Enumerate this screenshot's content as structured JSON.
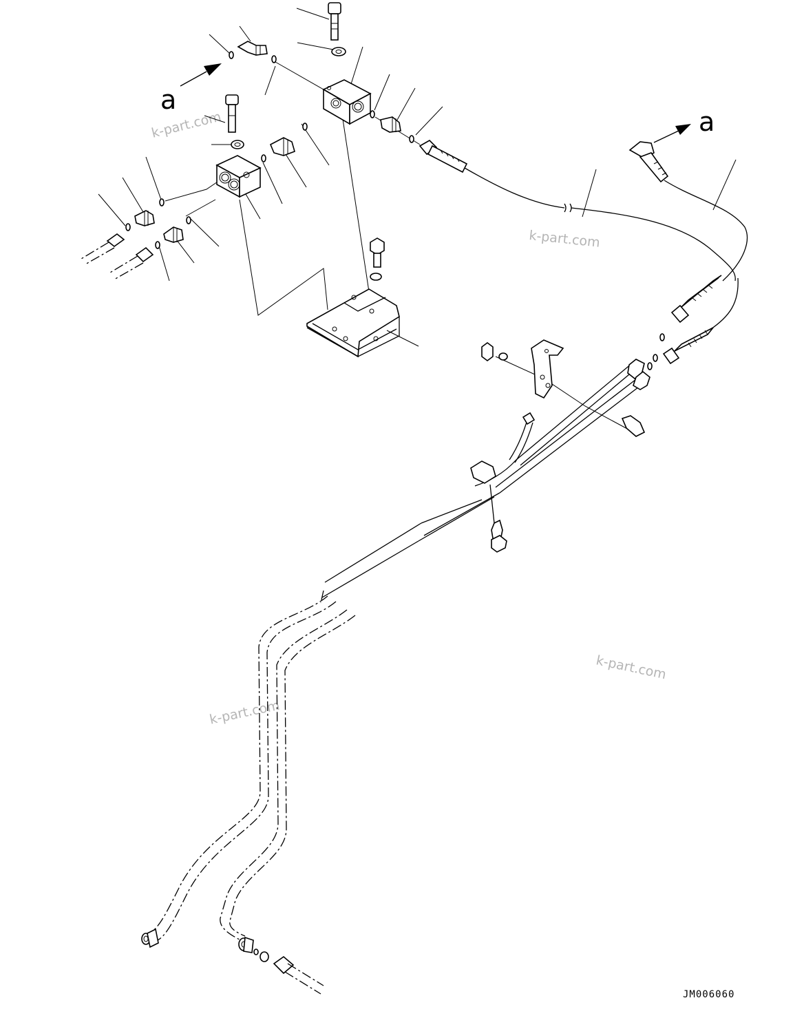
{
  "figure": {
    "view_label_left": "a",
    "view_label_right": "a",
    "watermarks": [
      "k-part.com",
      "k-part.com",
      "k-part.com",
      "k-part.com"
    ],
    "drawing_number": "JM006060"
  }
}
